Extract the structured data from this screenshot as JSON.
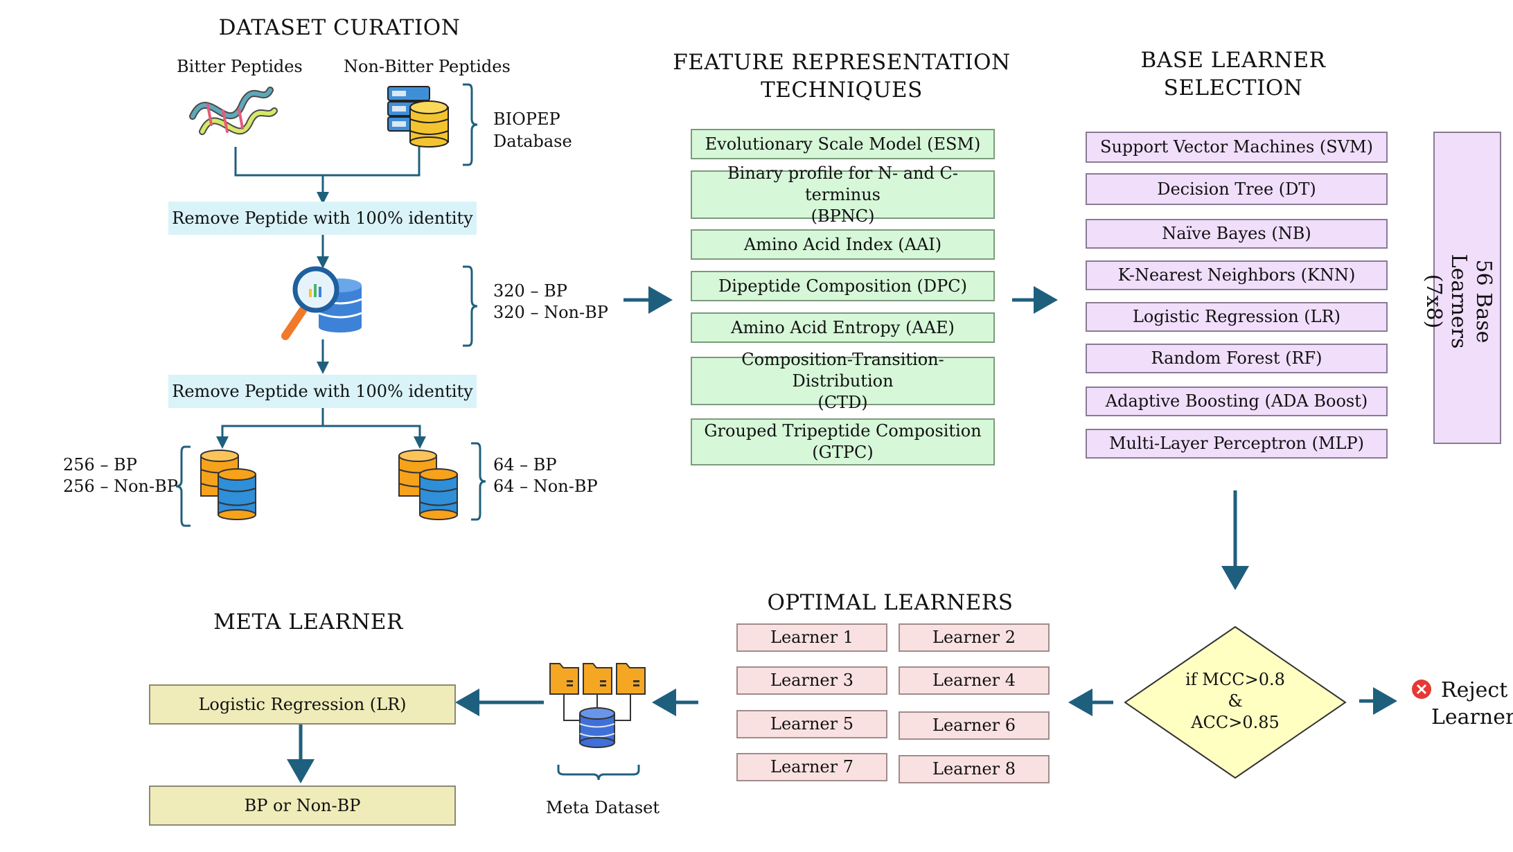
{
  "colors": {
    "arrow": "#1f5f7e",
    "cyan_box": "#d9f3f9",
    "green_box": "#d6f7d8",
    "purple_box": "#f1defb",
    "pink_box": "#f9e1e1",
    "khaki_box": "#efecba",
    "diamond": "#ffffc2",
    "reject": "#e53935"
  },
  "curation": {
    "title": "DATASET CURATION",
    "bitter_label": "Bitter Peptides",
    "nonbitter_label": "Non-Bitter Peptides",
    "db_line1": "BIOPEP",
    "db_line2": "Database",
    "step1": "Remove Peptide with 100% identity",
    "count1_line1": "320 – BP",
    "count1_line2": "320 – Non-BP",
    "step2": "Remove Peptide with 100% identity",
    "train_line1": "256 – BP",
    "train_line2": "256 – Non-BP",
    "test_line1": "64 – BP",
    "test_line2": "64 – Non-BP"
  },
  "features": {
    "title_line1": "FEATURE REPRESENTATION",
    "title_line2": "TECHNIQUES",
    "items": [
      "Evolutionary Scale Model (ESM)",
      "Binary profile for N- and C- terminus\n(BPNC)",
      "Amino Acid Index (AAI)",
      "Dipeptide Composition (DPC)",
      "Amino Acid Entropy (AAE)",
      "Composition-Transition-Distribution\n(CTD)",
      "Grouped Tripeptide Composition\n(GTPC)"
    ]
  },
  "base": {
    "title_line1": "BASE LEARNER",
    "title_line2": "SELECTION",
    "items": [
      "Support Vector Machines (SVM)",
      "Decision Tree (DT)",
      "Naïve Bayes (NB)",
      "K-Nearest Neighbors (KNN)",
      "Logistic Regression (LR)",
      "Random Forest (RF)",
      "Adaptive Boosting (ADA Boost)",
      "Multi-Layer Perceptron (MLP)"
    ],
    "side_line1": "56 Base Learners",
    "side_line2": "(7x8)"
  },
  "criteria": {
    "line1": "if MCC>0.8",
    "line2": "&",
    "line3": "ACC>0.85",
    "reject_line1": "Reject",
    "reject_line2": "Learner"
  },
  "optimal": {
    "title": "OPTIMAL LEARNERS",
    "learners": [
      "Learner 1",
      "Learner 2",
      "Learner 3",
      "Learner 4",
      "Learner 5",
      "Learner 6",
      "Learner 7",
      "Learner 8"
    ]
  },
  "meta": {
    "dataset_label": "Meta Dataset",
    "title": "META LEARNER",
    "model": "Logistic Regression (LR)",
    "output": "BP or Non-BP"
  }
}
